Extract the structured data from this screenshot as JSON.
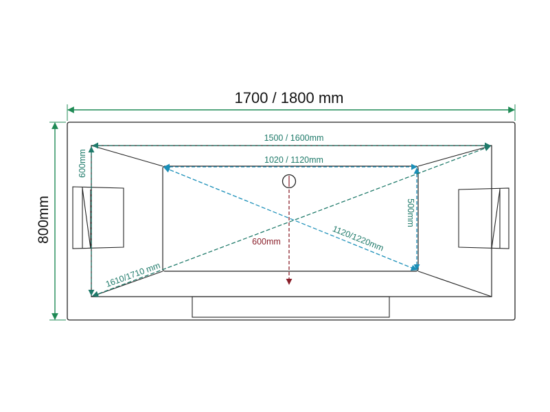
{
  "dimensions": {
    "outer_length": "1700 / 1800 mm",
    "outer_width": "800mm",
    "rim_length": "1500 / 1600mm",
    "floor_length": "1020 / 1120mm",
    "rim_width": "600mm",
    "floor_width": "500mm",
    "depth": "600mm",
    "floor_diagonal": "1120/1220mm",
    "rim_diagonal": "1610/1710 mm"
  },
  "colors": {
    "outer_dimension": "#1f8a55",
    "rim_dimension": "#1f7a6a",
    "floor_dimension": "#1a8fb8",
    "depth_dimension": "#8a1f2a",
    "outline": "#222222"
  }
}
